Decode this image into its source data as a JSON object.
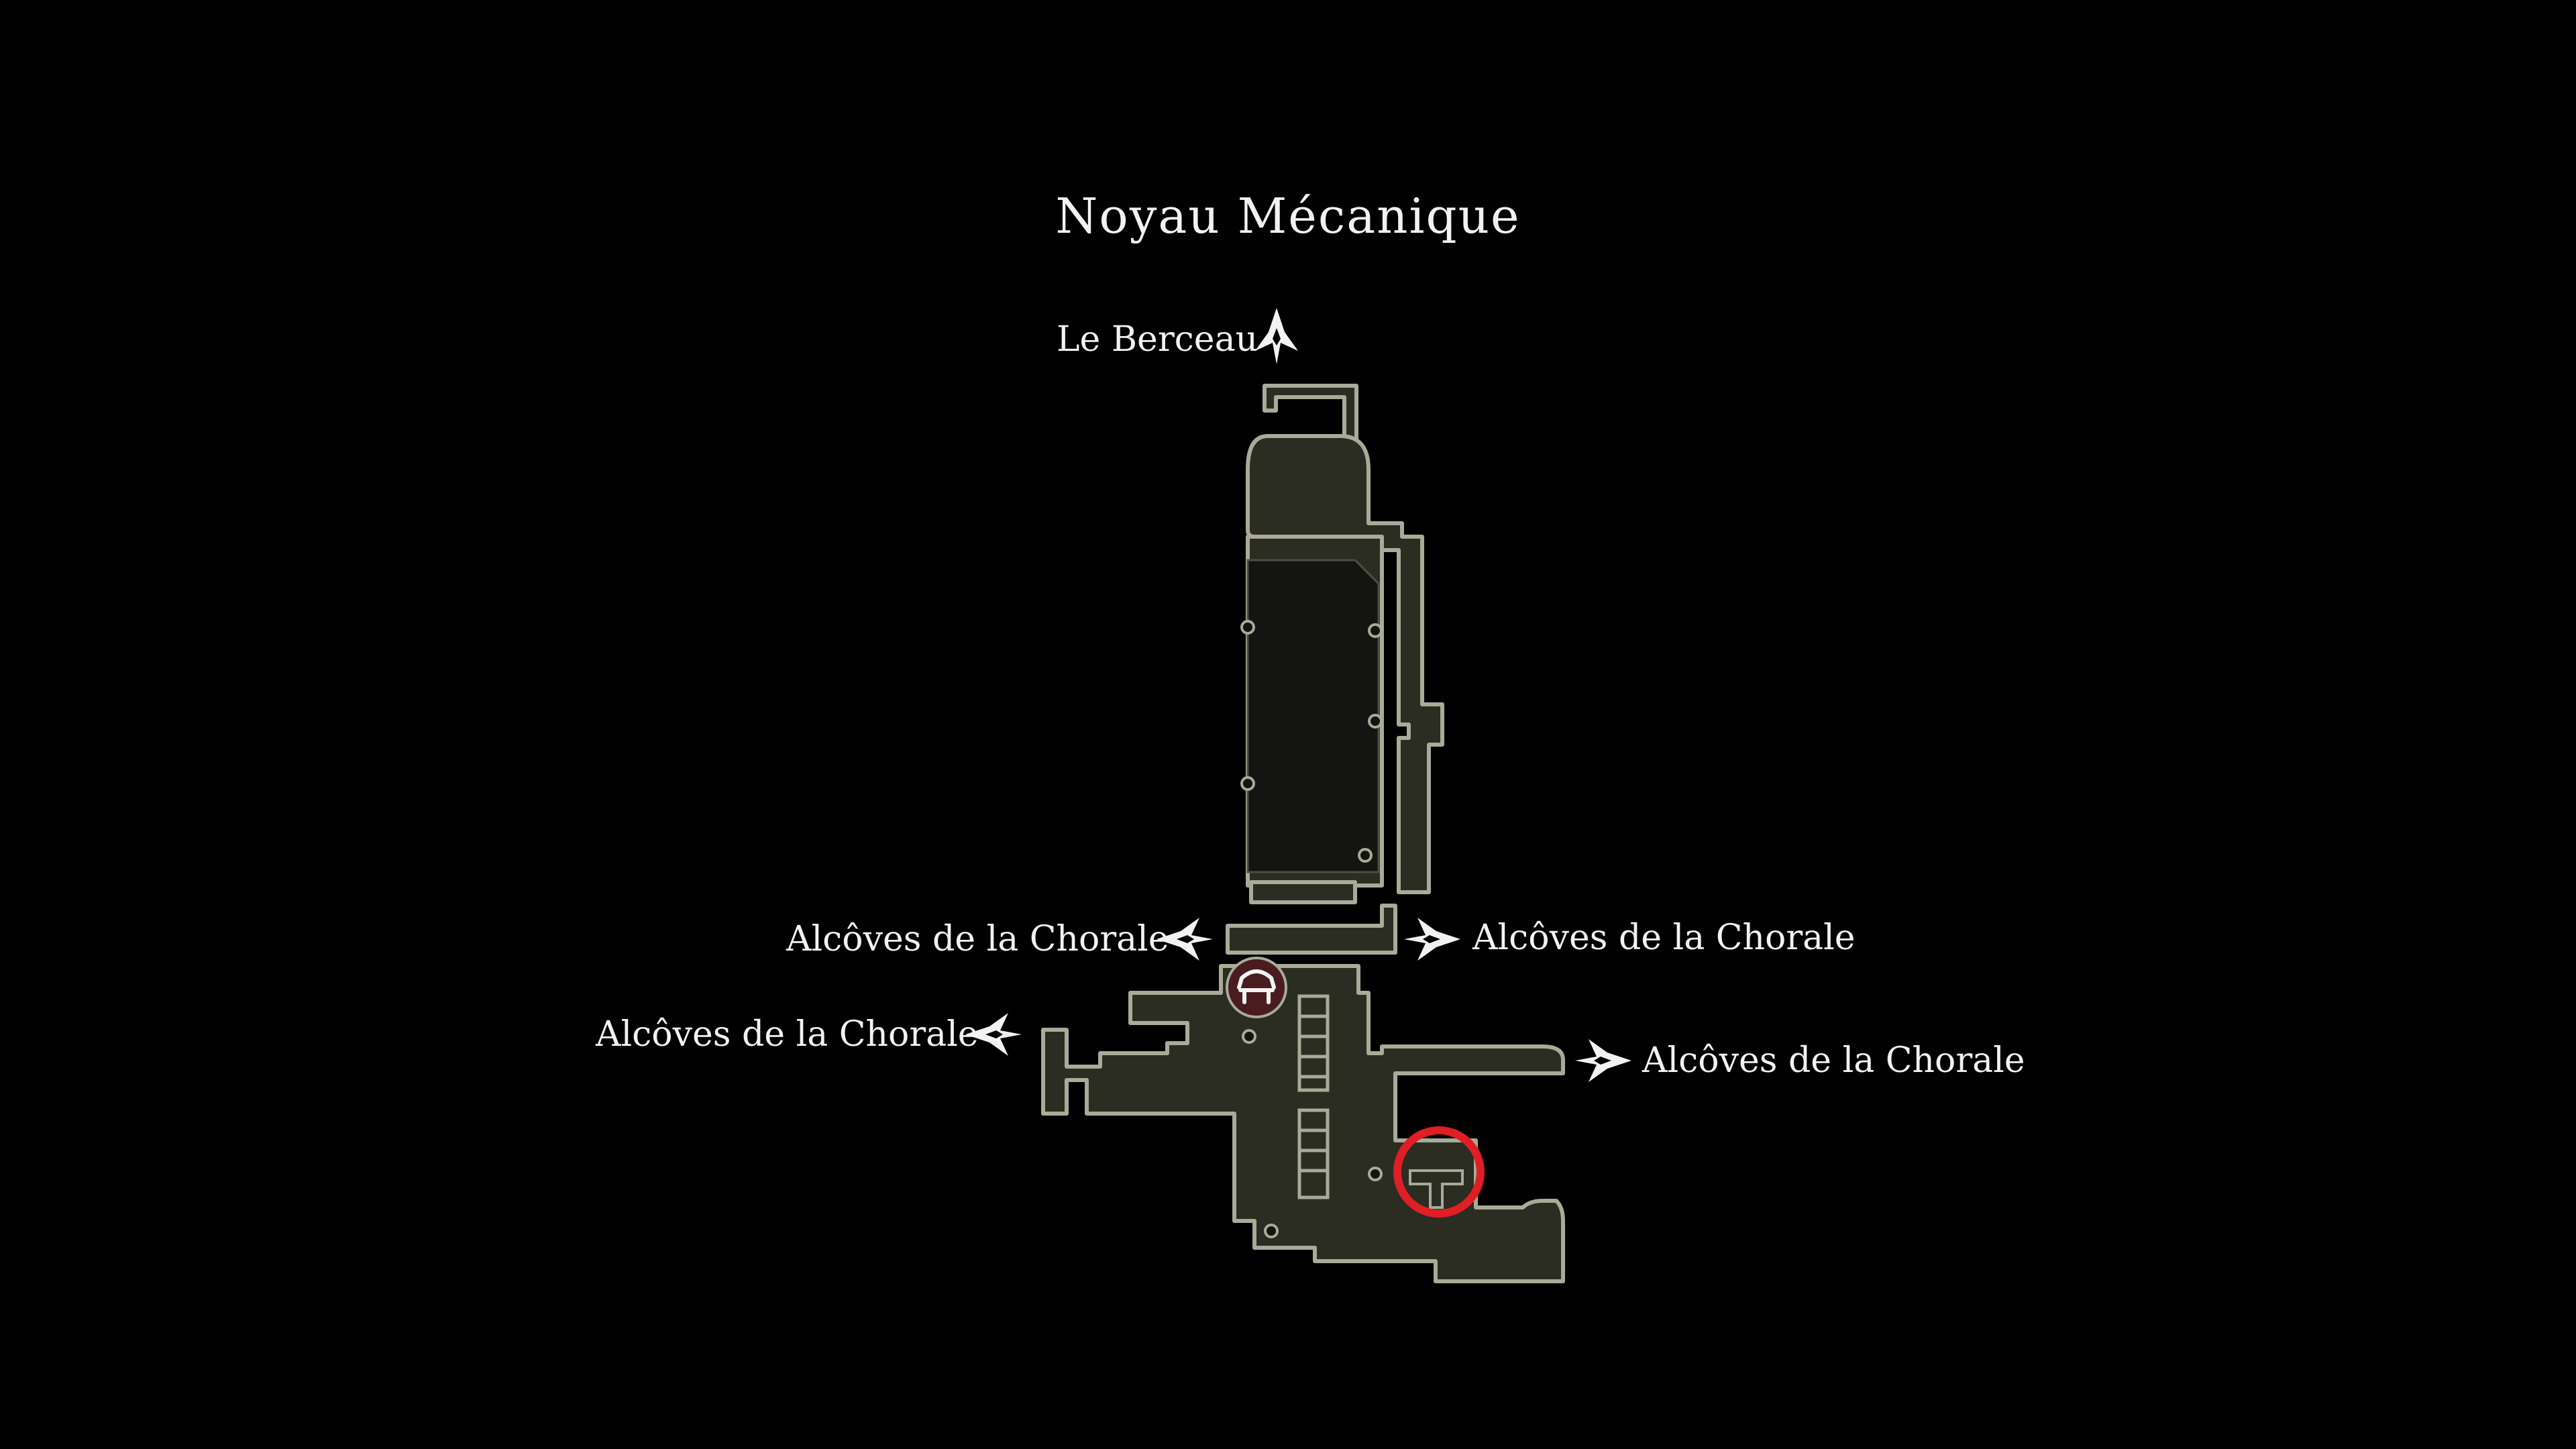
{
  "map": {
    "area_name": "Noyau Mécanique",
    "exits": [
      {
        "label": "Le Berceau",
        "direction": "up"
      },
      {
        "label": "Alcôves de la Chorale",
        "direction": "left"
      },
      {
        "label": "Alcôves de la Chorale",
        "direction": "right"
      },
      {
        "label": "Alcôves de la Chorale",
        "direction": "left"
      },
      {
        "label": "Alcôves de la Chorale",
        "direction": "right"
      }
    ],
    "icons": {
      "exit_marker": "fleur-arrow-icon",
      "bench": "bench-icon",
      "highlight": "red-circle-marker"
    },
    "colors": {
      "background": "#000000",
      "room_fill": "#2b2c22",
      "room_outline": "#a9ab98",
      "dark_room_fill": "#141412",
      "highlight_ring": "#e01e25",
      "bench_badge": "#4a1c1f",
      "text": "#f2f2f2"
    }
  }
}
